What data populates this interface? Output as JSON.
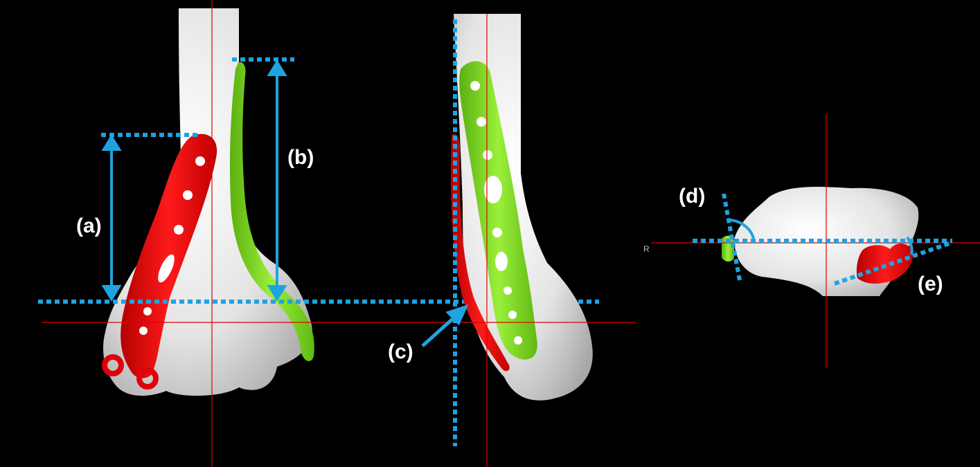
{
  "labels": {
    "a": "(a)",
    "b": "(b)",
    "c": "(c)",
    "d": "(d)",
    "e": "(e)"
  },
  "axis_marker": "R",
  "colors": {
    "background": "#000000",
    "bone": "#e6e6e6",
    "plate_medial": "#e0000a",
    "plate_lateral": "#7fe020",
    "measurement": "#1fa3e0",
    "crosshair": "#e00000"
  }
}
